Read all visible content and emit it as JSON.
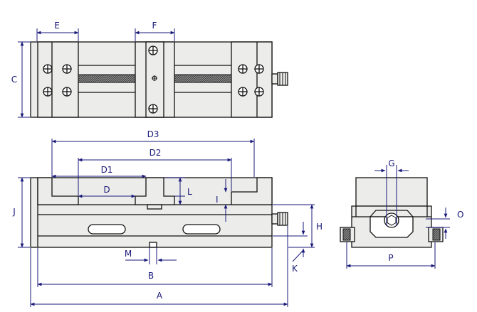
{
  "labels": {
    "E": "E",
    "F": "F",
    "C": "C",
    "D3": "D3",
    "D2": "D2",
    "D1": "D1",
    "D": "D",
    "L": "L",
    "I": "I",
    "J": "J",
    "H": "H",
    "M": "M",
    "B": "B",
    "A": "A",
    "K": "K",
    "G": "G",
    "O": "O",
    "P": "P"
  },
  "colors": {
    "body_fill": "#ececea",
    "outline": "#111111",
    "dimension": "#1a1a7a",
    "screw_hatch": "#555555"
  }
}
